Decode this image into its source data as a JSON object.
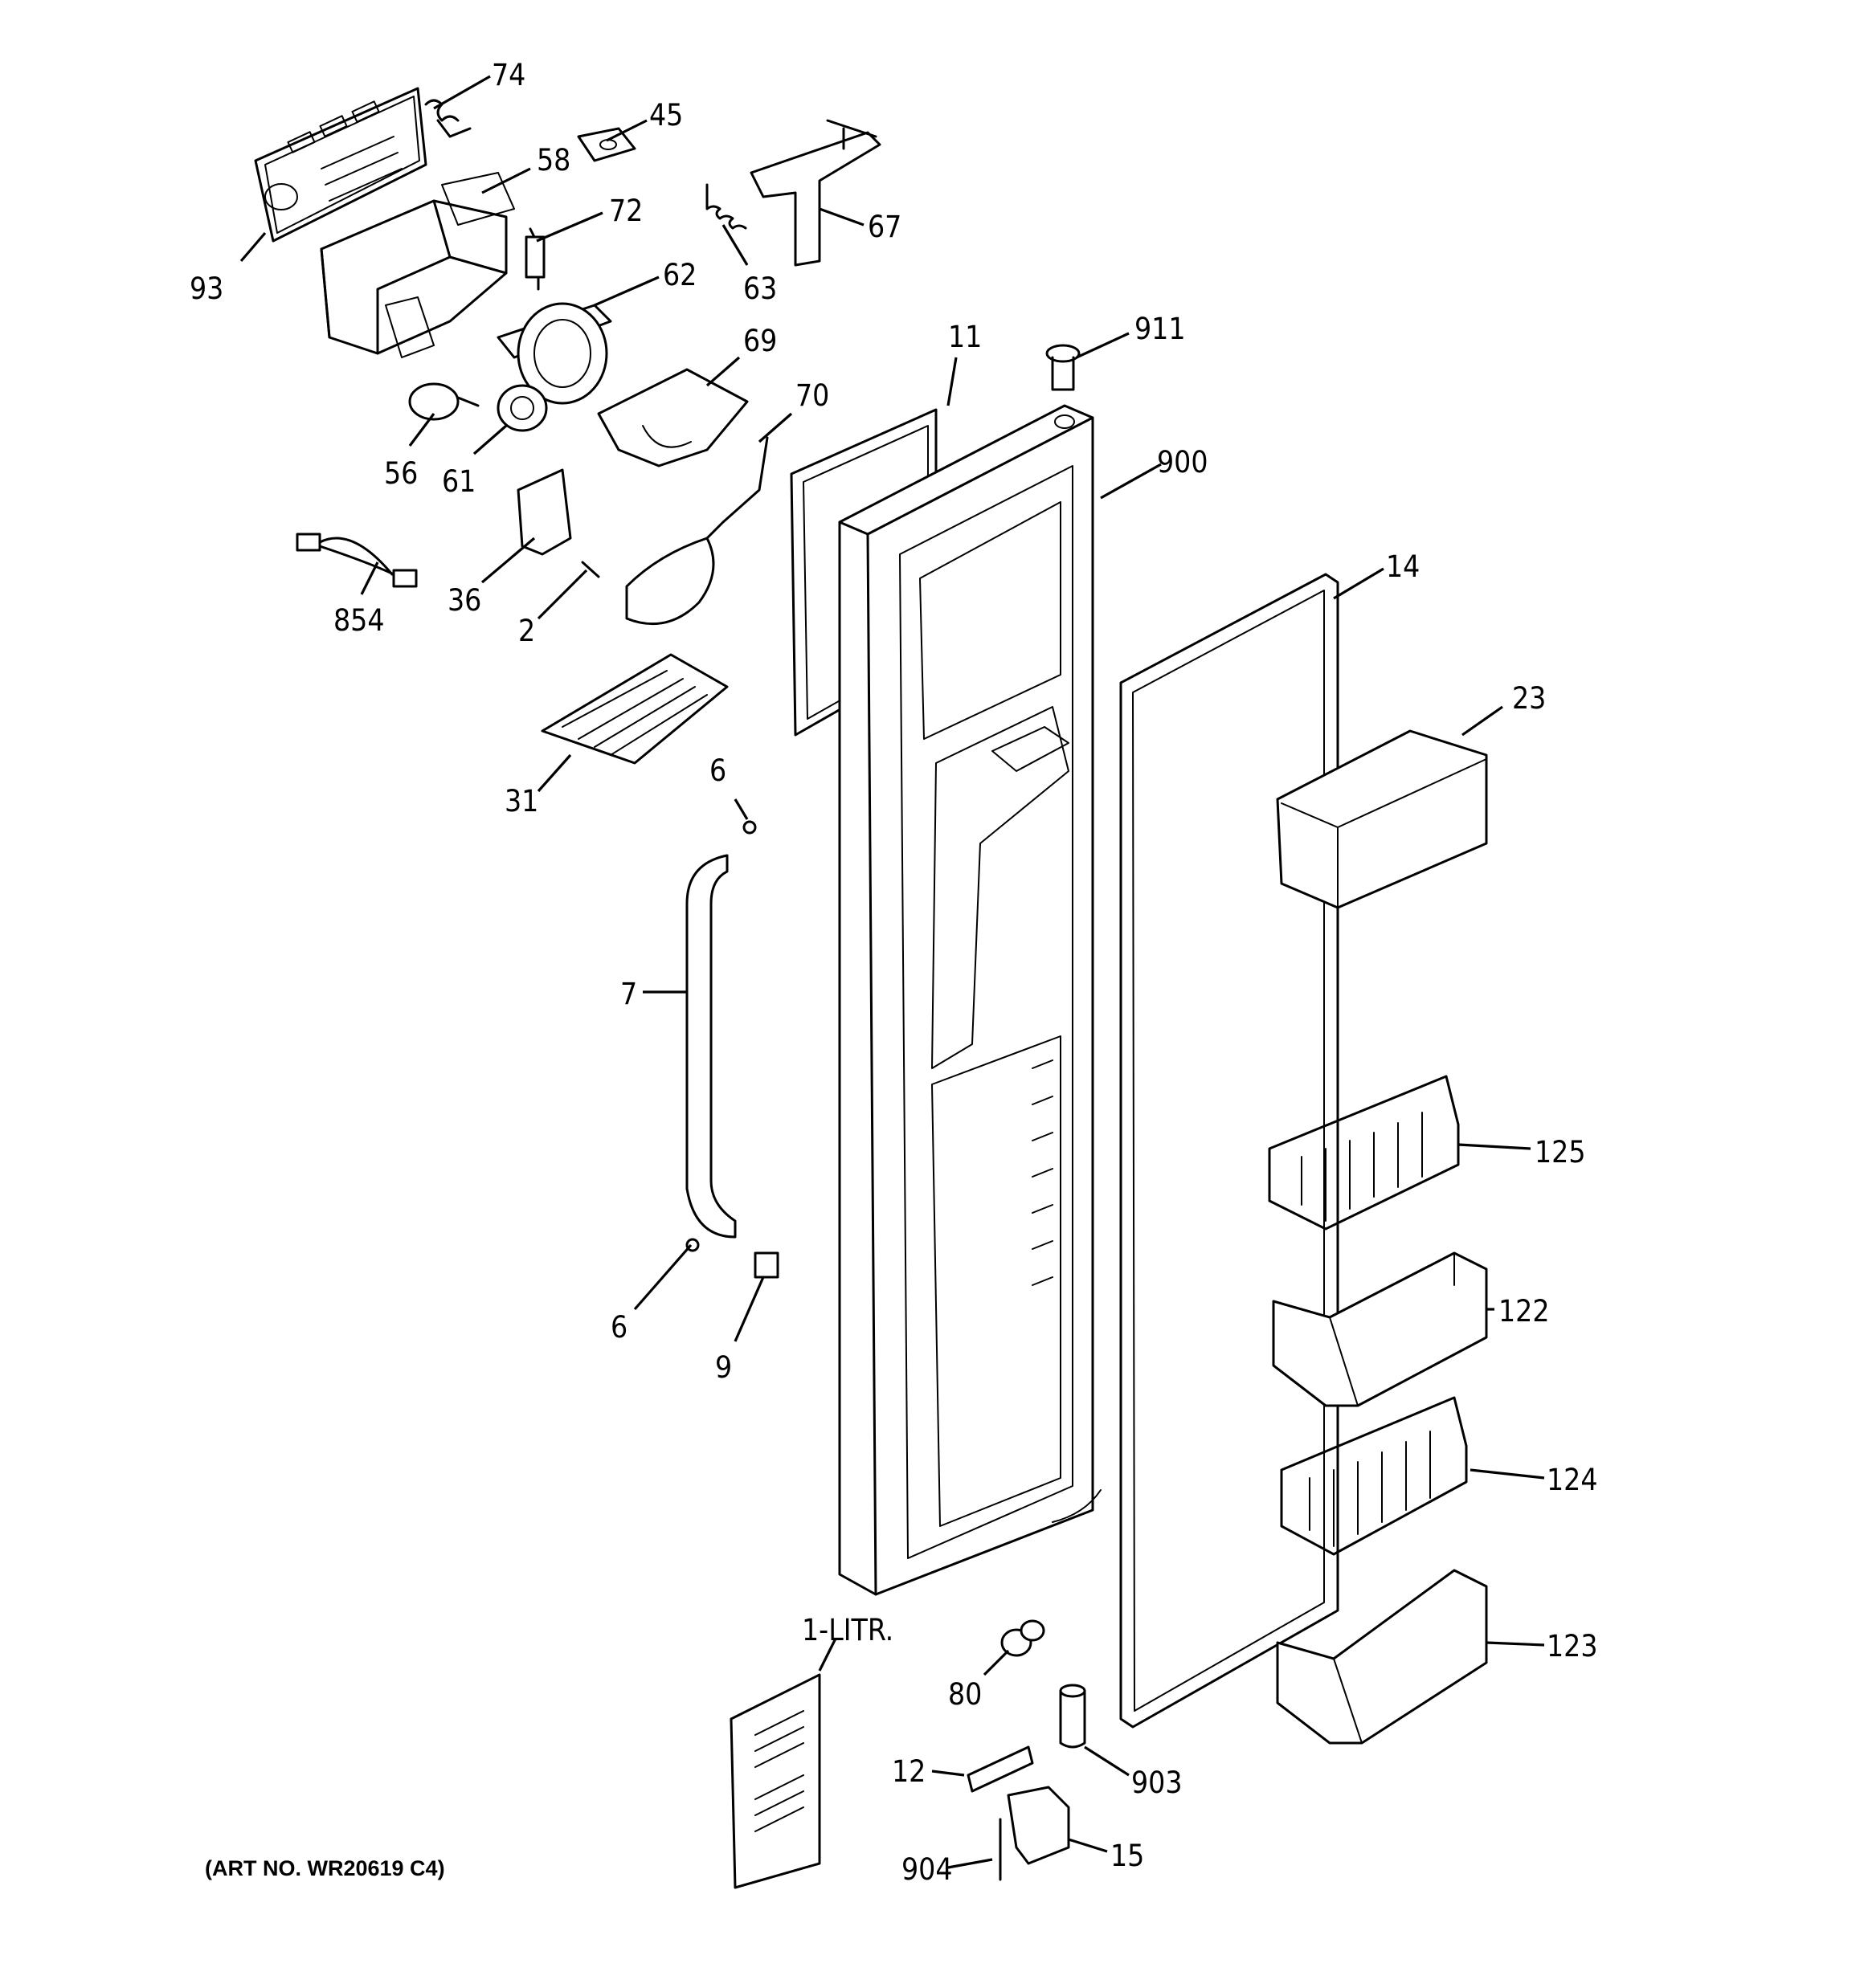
{
  "diagram": {
    "art_number": "(ART NO. WR20619 C4)",
    "callouts": {
      "c74": "74",
      "c45": "45",
      "c58": "58",
      "c72": "72",
      "c67": "67",
      "c63": "63",
      "c62": "62",
      "c93": "93",
      "c69": "69",
      "c70": "70",
      "c56": "56",
      "c61": "61",
      "c36": "36",
      "c2": "2",
      "c854": "854",
      "c11": "11",
      "c911": "911",
      "c900": "900",
      "c14": "14",
      "c23": "23",
      "c31": "31",
      "c6a": "6",
      "c7": "7",
      "c6b": "6",
      "c9": "9",
      "c125": "125",
      "c122": "122",
      "c124": "124",
      "c123": "123",
      "c80": "80",
      "c1litr": "1-LITR.",
      "c12": "12",
      "c903": "903",
      "c904": "904",
      "c15": "15"
    }
  }
}
